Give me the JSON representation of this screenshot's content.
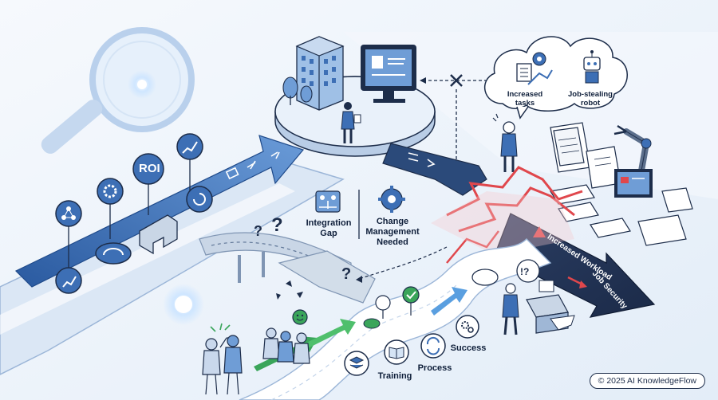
{
  "cloud": {
    "increased_tasks": "Increased tasks",
    "job_stealing_robot": "Job-stealing robot"
  },
  "metrics": {
    "roi": "ROI"
  },
  "gaps": {
    "integration_gap": "Integration Gap",
    "change_management": "Change Management Needed"
  },
  "red_path": {
    "increased_workload": "Increased Workload",
    "job_security": "Job Security"
  },
  "stepping_stones": {
    "training": "Training",
    "process": "Process",
    "success": "Success"
  },
  "footer": {
    "copyright": "© 2025 AI KnowledgeFlow"
  },
  "colors": {
    "road_blue": "#3d6fb5",
    "dark_navy": "#1d2d4a",
    "alert_red": "#e0474c",
    "success_green": "#3aa55a",
    "background": "#eef4fb"
  }
}
